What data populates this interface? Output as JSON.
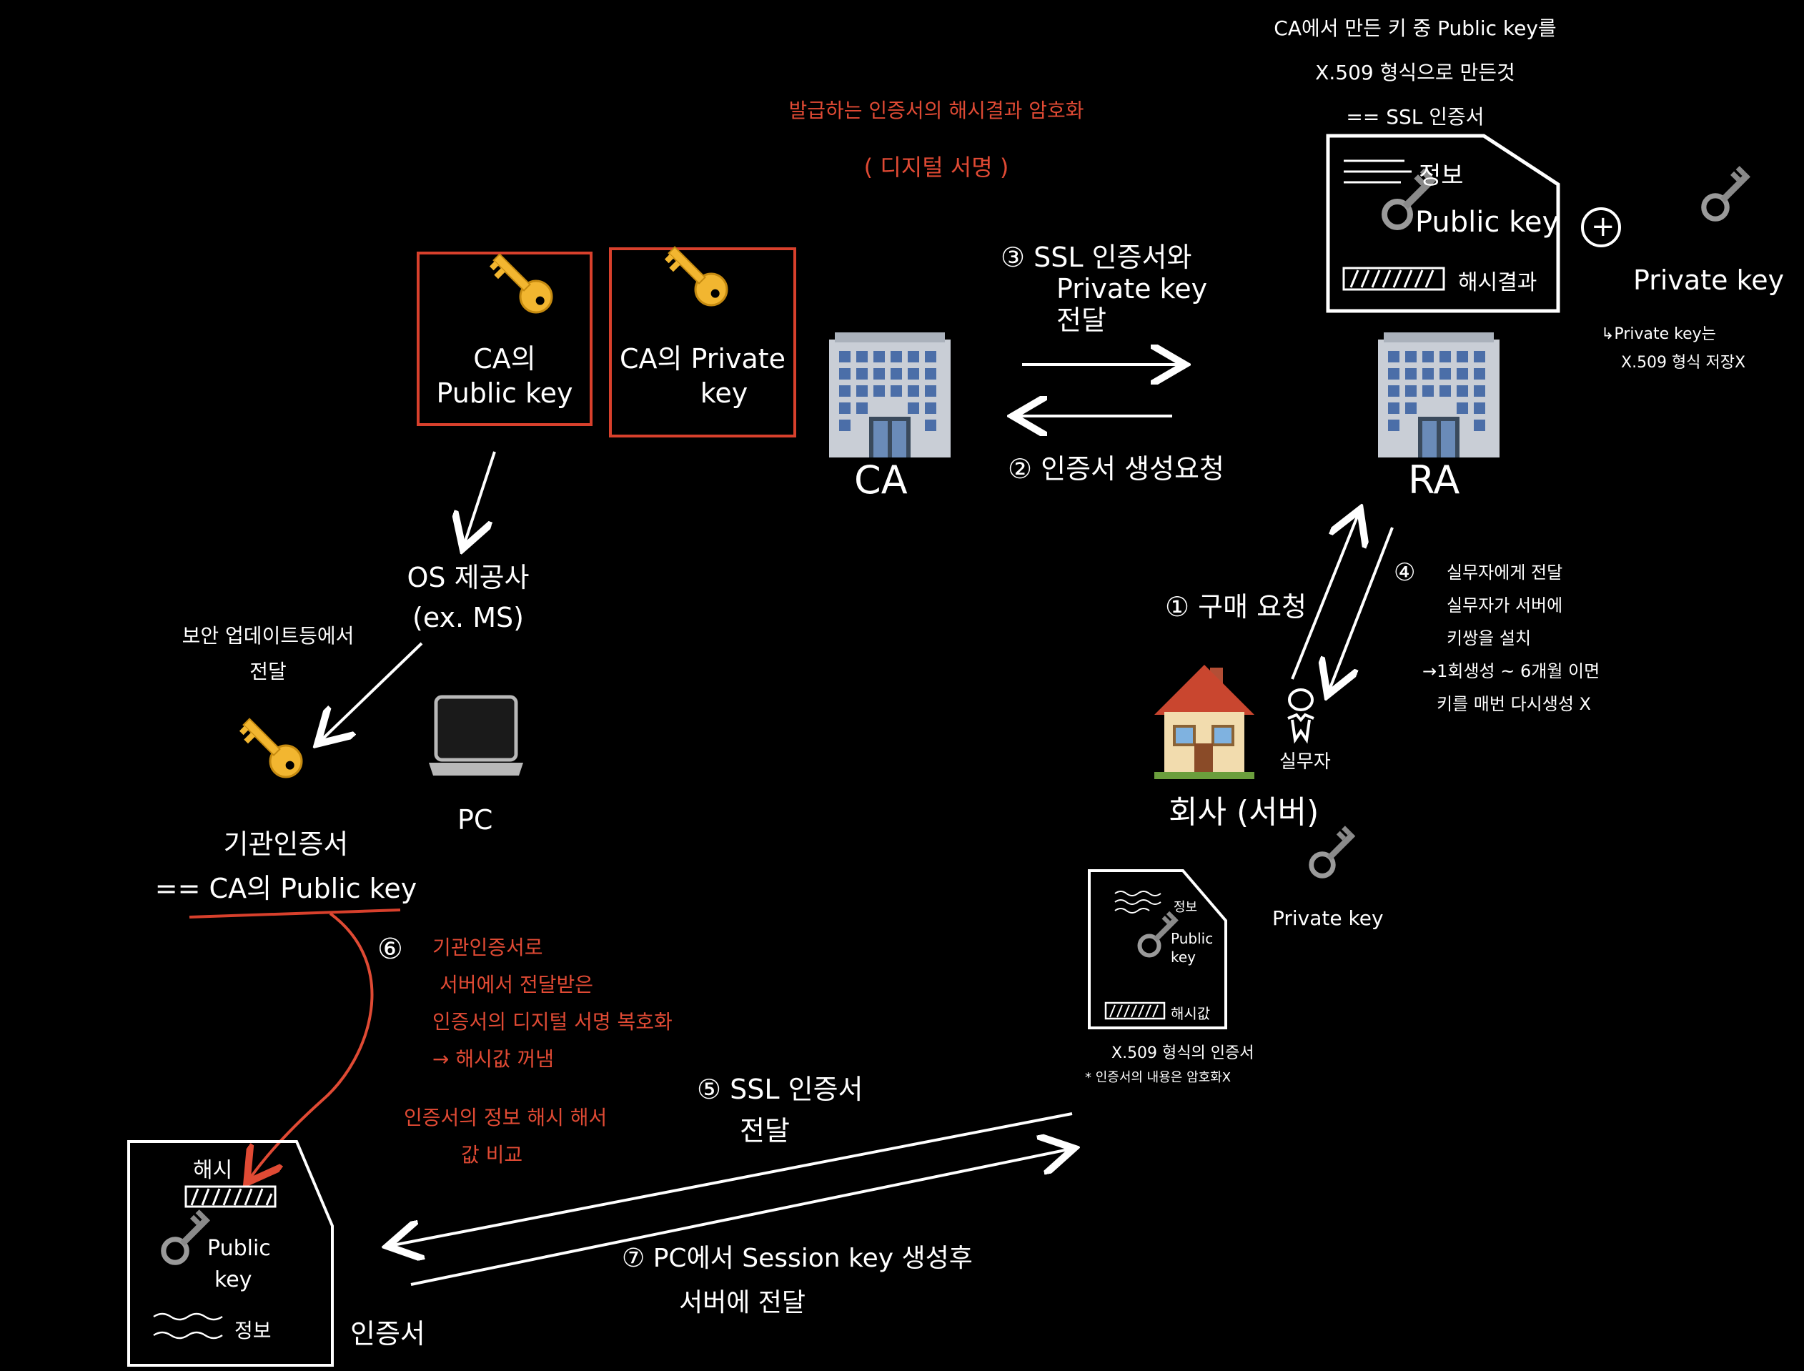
{
  "ca_top_note": [
    "CA에서 만든 키 중 Public key를",
    "X.509 형식으로 만든것",
    "== SSL 인증서"
  ],
  "ca_sign_note": [
    "발급하는 인증서의 해시결과 암호화",
    "( 디지털 서명 )"
  ],
  "ca_public_key_label": [
    "CA의",
    "Public key"
  ],
  "ca_private_key_label": [
    "CA의 Private",
    "key"
  ],
  "ca_label": "CA",
  "ra_label": "RA",
  "ra_cert": {
    "info": "정보",
    "public_key": "Public key",
    "hash": "해시결과"
  },
  "plus_sign": "+",
  "ra_private_key": "Private key",
  "ra_private_note": [
    "↳Private key는",
    "X.509 형식 저장X"
  ],
  "step3": [
    "③ SSL 인증서와",
    "Private key",
    "전달"
  ],
  "step2": "② 인증서 생성요청",
  "os_vendor": [
    "OS 제공사",
    "(ex. MS)"
  ],
  "security_update": [
    "보안 업데이트등에서",
    "전달"
  ],
  "pc_label": "PC",
  "root_cert": [
    "기관인증서",
    "== CA의 Public key"
  ],
  "step1": "① 구매 요청",
  "step4": [
    "④",
    "실무자에게 전달",
    "실무자가 서버에",
    "키쌍을 설치",
    "→1회생성 ~ 6개월 이면",
    "키를 매번 다시생성 X"
  ],
  "company": "회사 (서버)",
  "staff": "실무자",
  "server_private_key": "Private key",
  "server_cert": {
    "info": "정보",
    "public_key": "Public key",
    "hash": "해시값",
    "caption": "X.509 형식의 인증서",
    "note": "* 인증서의 내용은 암호화X"
  },
  "step6": [
    "⑥",
    "기관인증서로",
    "서버에서 전달받은",
    "인증서의 디지털 서명 복호화",
    "→ 해시값 꺼냄",
    "인증서의 정보 해시 해서",
    "값 비교"
  ],
  "step5": [
    "⑤ SSL 인증서",
    "전달"
  ],
  "step7": [
    "⑦ PC에서 Session key 생성후",
    "서버에 전달"
  ],
  "pc_cert": {
    "hash": "해시",
    "public_key": [
      "Public",
      "key"
    ],
    "info": "정보",
    "caption": "인증서"
  },
  "colors": {
    "accent_red": "#d8402c",
    "background": "#000000",
    "key_gold": "#f2b630",
    "key_gray": "#8a8a8a"
  }
}
